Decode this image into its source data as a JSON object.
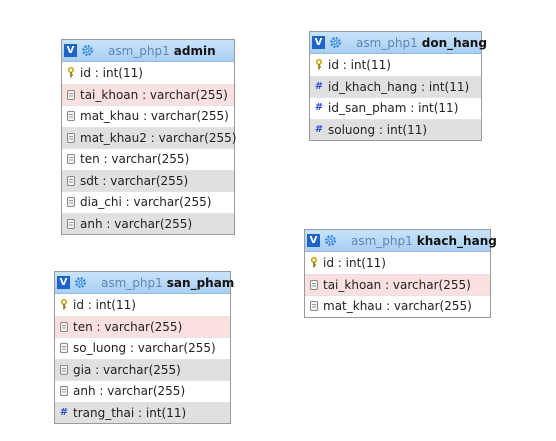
{
  "tables": [
    {
      "db": "asm_php1",
      "name": "admin",
      "columns": [
        {
          "text": "id : int(11)",
          "icon": "key-icon",
          "style": "plain"
        },
        {
          "text": "tai_khoan : varchar(255)",
          "icon": "field-icon",
          "style": "highlight"
        },
        {
          "text": "mat_khau : varchar(255)",
          "icon": "field-icon",
          "style": "plain"
        },
        {
          "text": "mat_khau2 : varchar(255)",
          "icon": "field-icon",
          "style": "alt"
        },
        {
          "text": "ten : varchar(255)",
          "icon": "field-icon",
          "style": "plain"
        },
        {
          "text": "sdt : varchar(255)",
          "icon": "field-icon",
          "style": "alt"
        },
        {
          "text": "dia_chi : varchar(255)",
          "icon": "field-icon",
          "style": "plain"
        },
        {
          "text": "anh : varchar(255)",
          "icon": "field-icon",
          "style": "alt"
        }
      ]
    },
    {
      "db": "asm_php1",
      "name": "don_hang",
      "columns": [
        {
          "text": "id : int(11)",
          "icon": "key-icon",
          "style": "plain"
        },
        {
          "text": "id_khach_hang : int(11)",
          "icon": "hash-icon",
          "style": "alt"
        },
        {
          "text": "id_san_pham : int(11)",
          "icon": "hash-icon",
          "style": "plain"
        },
        {
          "text": "soluong : int(11)",
          "icon": "hash-icon",
          "style": "alt"
        }
      ]
    },
    {
      "db": "asm_php1",
      "name": "san_pham",
      "columns": [
        {
          "text": "id : int(11)",
          "icon": "key-icon",
          "style": "plain"
        },
        {
          "text": "ten : varchar(255)",
          "icon": "field-icon",
          "style": "highlight"
        },
        {
          "text": "so_luong : varchar(255)",
          "icon": "field-icon",
          "style": "plain"
        },
        {
          "text": "gia : varchar(255)",
          "icon": "field-icon",
          "style": "alt"
        },
        {
          "text": "anh : varchar(255)",
          "icon": "field-icon",
          "style": "plain"
        },
        {
          "text": "trang_thai : int(11)",
          "icon": "hash-icon",
          "style": "alt"
        }
      ]
    },
    {
      "db": "asm_php1",
      "name": "khach_hang",
      "columns": [
        {
          "text": "id : int(11)",
          "icon": "key-icon",
          "style": "plain"
        },
        {
          "text": "tai_khoan : varchar(255)",
          "icon": "field-icon",
          "style": "highlight"
        },
        {
          "text": "mat_khau : varchar(255)",
          "icon": "field-icon",
          "style": "plain"
        }
      ]
    }
  ],
  "toggle_label": "V",
  "colors": {
    "header_top": "#c9e3fb",
    "header_bottom": "#a9cff3",
    "toggle": "#1f64c8",
    "db_name": "#5f86b4",
    "row_alt": "#e0e0e0",
    "row_highlight": "#fbe0e0",
    "key": "#c8a000",
    "hash": "#2b4fd6"
  }
}
